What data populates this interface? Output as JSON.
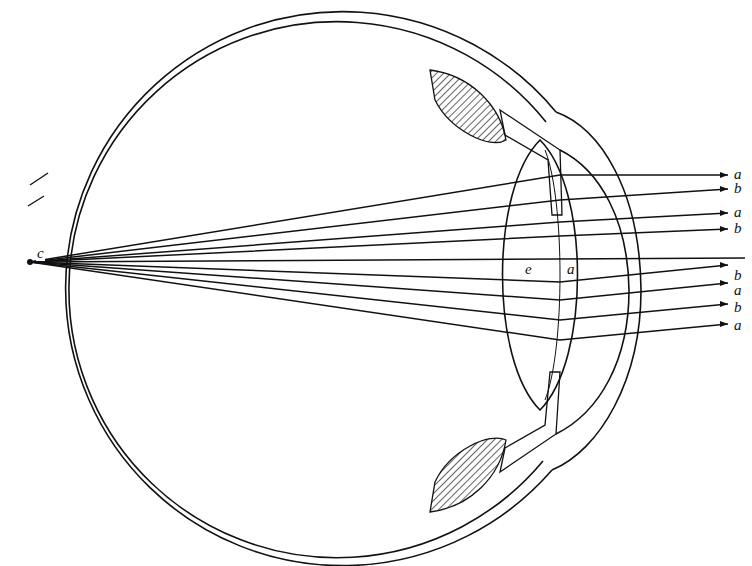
{
  "diagram": {
    "labels": [
      "c",
      "e",
      "a",
      "a",
      "b",
      "a",
      "b",
      "b",
      "a",
      "b",
      "a"
    ]
  }
}
